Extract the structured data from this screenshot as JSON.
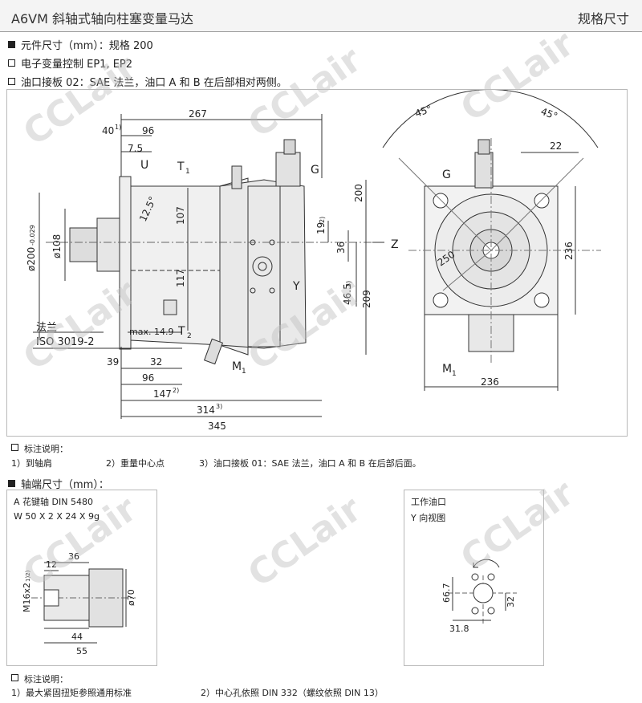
{
  "header": {
    "title": "A6VM 斜轴式轴向柱塞变量马达",
    "right": "规格尺寸"
  },
  "bullets": [
    {
      "text": "元件尺寸（mm）：规格 200",
      "filled": true
    },
    {
      "text": "电子变量控制 EP1, EP2",
      "filled": false
    },
    {
      "text": "油口接板 02：SAE 法兰，油口 A 和 B 在后部相对两侧。",
      "filled": false
    }
  ],
  "main_drawing": {
    "dims_top": [
      "267",
      "40",
      "1)",
      "96",
      "7.5"
    ],
    "ports": [
      "U",
      "T",
      "1",
      "G",
      "T",
      "2",
      "Y",
      "M",
      "1",
      "Z"
    ],
    "dims_left": [
      "ø200",
      "-0.029",
      "ø108"
    ],
    "dims_mid": [
      "107",
      "117",
      "12.5°",
      "max. 14.9"
    ],
    "dims_right": [
      "200",
      "19",
      "2)",
      "36",
      "46.5",
      "3)",
      "209"
    ],
    "flange_label": "法兰",
    "flange_std": "ISO 3019-2",
    "dims_bottom": [
      "39",
      "32",
      "96",
      "147",
      "2)",
      "314",
      "3)",
      "345"
    ],
    "side_view": {
      "angles": [
        "45°",
        "45°"
      ],
      "dims": [
        "22",
        "G",
        "250",
        "236",
        "236",
        "M",
        "1"
      ]
    }
  },
  "notes1": {
    "title": "标注说明：",
    "items": [
      "1）到轴肩",
      "2）重量中心点",
      "3）油口接板 01：SAE 法兰，油口 A 和 B 在后部后面。"
    ]
  },
  "shaft_section": {
    "title": "轴端尺寸（mm）："
  },
  "shaft_panel": {
    "line1": "A 花键轴  DIN 5480",
    "line2": "W 50 X 2 X 24 X 9g",
    "dims": [
      "M16x2",
      "1)2)",
      "36",
      "12",
      "ø70",
      "44",
      "55"
    ]
  },
  "port_panel": {
    "line1": "工作油口",
    "line2": "Y 向视图",
    "dims": [
      "66.7",
      "31.8",
      "32"
    ]
  },
  "notes2": {
    "title": "标注说明：",
    "items": [
      "1）最大紧固扭矩参照通用标准",
      "2）中心孔依照 DIN 332（螺纹依照 DIN 13）"
    ]
  },
  "watermark": "CCLair"
}
